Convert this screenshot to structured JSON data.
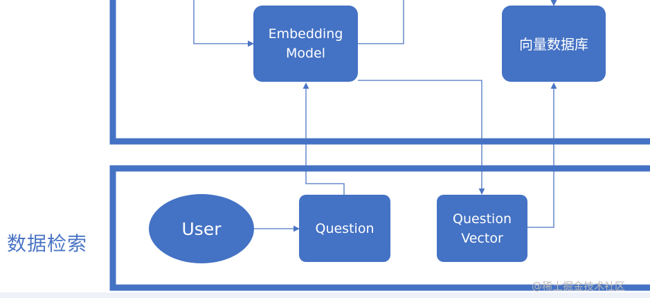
{
  "nodes": {
    "embedding_model": {
      "line1": "Embedding",
      "line2": "Model"
    },
    "vector_db": {
      "label": "向量数据库"
    },
    "user": {
      "label": "User"
    },
    "question": {
      "label": "Question"
    },
    "question_vector": {
      "line1": "Question",
      "line2": "Vector"
    }
  },
  "section_label": "数据检索",
  "watermark": "@稀土掘金技术社区",
  "colors": {
    "node_fill": "#4472c4",
    "frame": "#4472c4",
    "connector": "#4a74c4",
    "label_text": "#4a74c4",
    "watermark_text": "#b9b9b9"
  }
}
